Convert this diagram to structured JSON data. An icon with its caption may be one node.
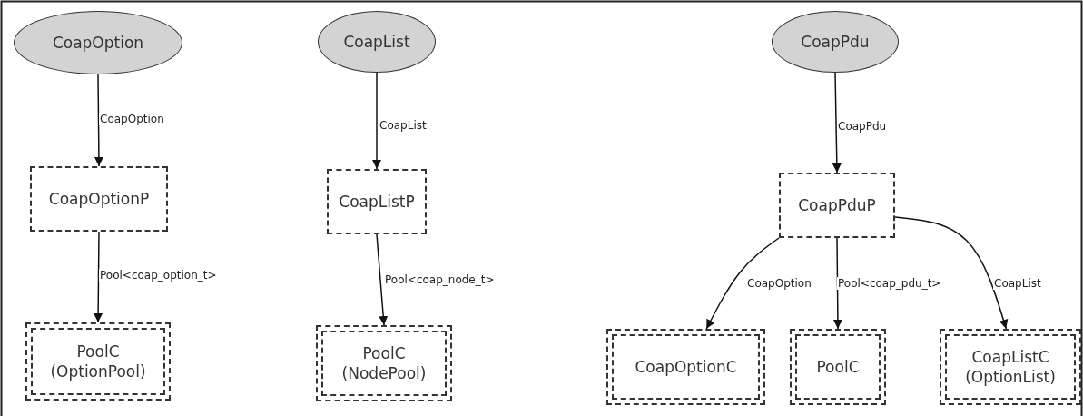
{
  "diagram": {
    "nodes": [
      {
        "text": [
          "CoapOption"
        ]
      },
      {
        "text": [
          "CoapOptionP"
        ]
      },
      {
        "text": [
          "PoolC (OptionPool)"
        ]
      },
      {
        "text": [
          "CoapList"
        ]
      },
      {
        "text": [
          "CoapListP"
        ]
      },
      {
        "text": [
          "PoolC (NodePool)"
        ]
      },
      {
        "text": [
          "CoapPdu"
        ]
      },
      {
        "text": [
          "CoapPduP"
        ]
      },
      {
        "text": [
          "CoapOptionC"
        ]
      },
      {
        "text": [
          "PoolC"
        ]
      },
      {
        "text": [
          "CoapListC (OptionList)"
        ]
      }
    ],
    "edges": [
      {
        "from": 0,
        "to": 1,
        "arrow": "to",
        "label": "CoapOption"
      },
      {
        "from": 1,
        "to": 2,
        "arrow": "to",
        "label": "Pool<coap_option_t>"
      },
      {
        "from": 3,
        "to": 4,
        "arrow": "to",
        "label": "CoapList"
      },
      {
        "from": 4,
        "to": 5,
        "arrow": "to",
        "label": "Pool<coap_node_t>"
      },
      {
        "from": 6,
        "to": 7,
        "arrow": "to",
        "label": "CoapPdu"
      },
      {
        "from": 7,
        "to": 8,
        "arrow": "to",
        "label": "CoapOption"
      },
      {
        "from": 7,
        "to": 9,
        "arrow": "to",
        "label": "Pool<coap_pdu_t>"
      },
      {
        "from": 7,
        "to": 10,
        "arrow": "to",
        "label": "CoapList"
      }
    ]
  }
}
